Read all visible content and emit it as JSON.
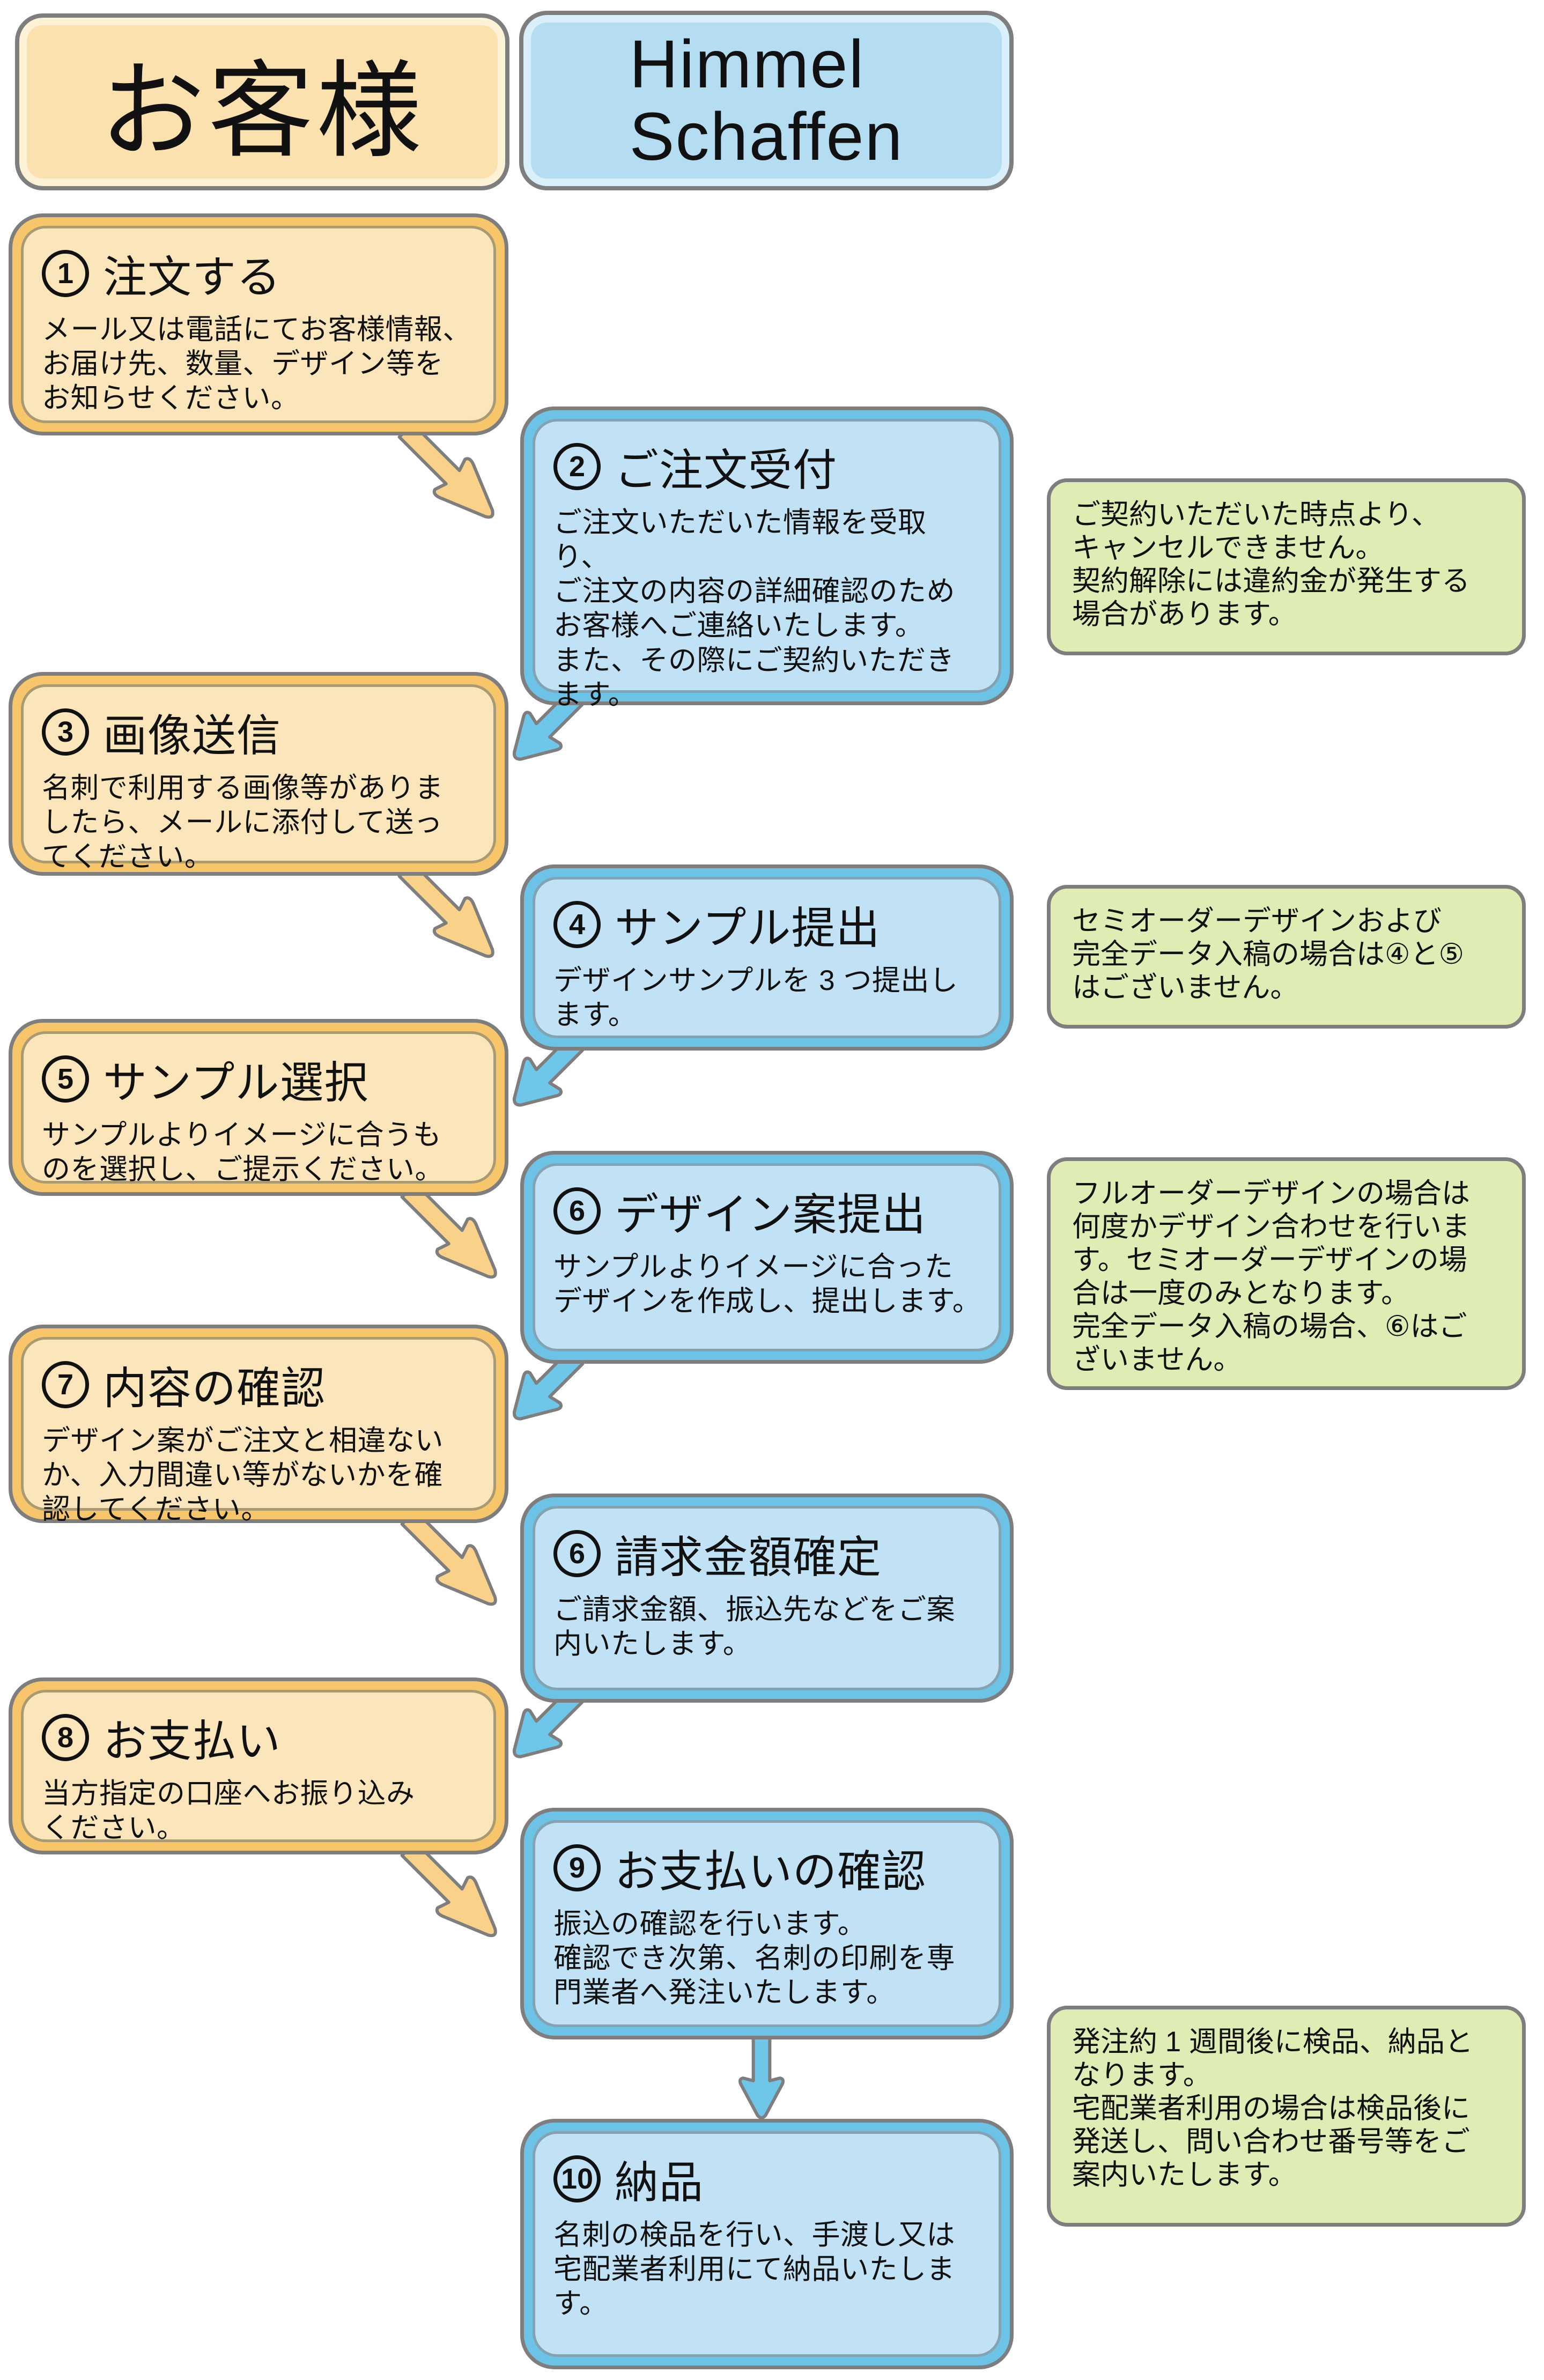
{
  "header": {
    "customer": {
      "label": "お客様"
    },
    "company": {
      "label": "Himmel\nSchaffen"
    }
  },
  "steps": [
    {
      "num": "1",
      "title": "注文する",
      "body": "メール又は電話にてお客様情報、\nお届け先、数量、デザイン等を\nお知らせください。"
    },
    {
      "num": "2",
      "title": "ご注文受付",
      "body": "ご注文いただいた情報を受取り、\nご注文の内容の詳細確認のため\nお客様へご連絡いたします。\nまた、その際にご契約いただき\nます。"
    },
    {
      "num": "3",
      "title": "画像送信",
      "body": "名刺で利用する画像等がありま\nしたら、メールに添付して送っ\nてください。"
    },
    {
      "num": "4",
      "title": "サンプル提出",
      "body": "デザインサンプルを 3 つ提出し\nます。"
    },
    {
      "num": "5",
      "title": "サンプル選択",
      "body": "サンプルよりイメージに合うも\nのを選択し、ご提示ください。"
    },
    {
      "num": "6",
      "title": "デザイン案提出",
      "body": "サンプルよりイメージに合った\nデザインを作成し、提出します。"
    },
    {
      "num": "7",
      "title": "内容の確認",
      "body": "デザイン案がご注文と相違ない\nか、入力間違い等がないかを確\n認してください。"
    },
    {
      "num": "6",
      "title": "請求金額確定",
      "body": "ご請求金額、振込先などをご案\n内いたします。"
    },
    {
      "num": "8",
      "title": "お支払い",
      "body": "当方指定の口座へお振り込み\nください。"
    },
    {
      "num": "9",
      "title": "お支払いの確認",
      "body": "振込の確認を行います。\n確認でき次第、名刺の印刷を専\n門業者へ発注いたします。"
    },
    {
      "num": "10",
      "title": "納品",
      "body": "名刺の検品を行い、手渡し又は\n宅配業者利用にて納品いたしま\nす。"
    }
  ],
  "notes": [
    {
      "text": "ご契約いただいた時点より、\nキャンセルできません。\n契約解除には違約金が発生する\n場合があります。"
    },
    {
      "text": "セミオーダーデザインおよび\n完全データ入稿の場合は④と⑤\nはございません。"
    },
    {
      "text": "フルオーダーデザインの場合は\n何度かデザイン合わせを行いま\nす。セミオーダーデザインの場\n合は一度のみとなります。\n完全データ入稿の場合、⑥はご\nざいません。"
    },
    {
      "text": "発注約 1 週間後に検品、納品と\nなります。\n宅配業者利用の場合は検品後に\n発送し、問い合わせ番号等をご\n案内いたします。"
    }
  ],
  "colors": {
    "customer_rim": "#f7c66b",
    "customer_panel": "#fbe6bb",
    "company_rim": "#6cc3e6",
    "company_panel": "#c0e2f4",
    "note_fill": "#dfecb3",
    "outline_gray": "#7e7e7e",
    "arrow_orange": "#fad189",
    "arrow_blue": "#6ec6e8"
  }
}
